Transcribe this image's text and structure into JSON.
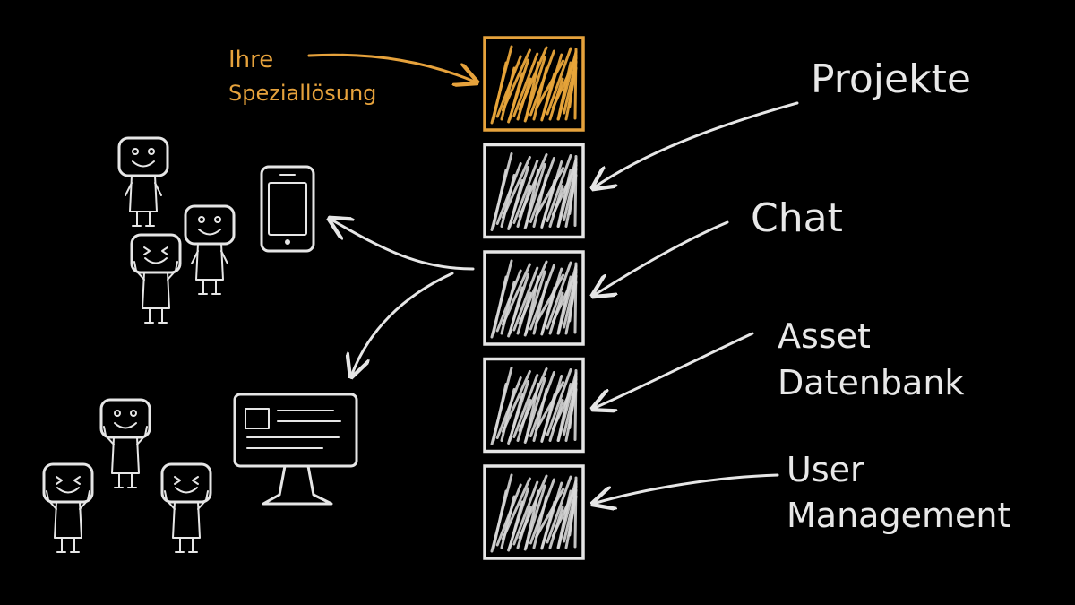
{
  "colors": {
    "background": "#000000",
    "chalk": "#e6e6e6",
    "accent": "#e6a23c"
  },
  "callout": {
    "line1": "Ihre",
    "line2": "Speziallösung"
  },
  "modules": [
    {
      "highlight": true
    },
    {
      "highlight": false
    },
    {
      "highlight": false
    },
    {
      "highlight": false
    },
    {
      "highlight": false
    }
  ],
  "labels": {
    "projekte": "Projekte",
    "chat": "Chat",
    "asset_line1": "Asset",
    "asset_line2": "Datenbank",
    "user_line1": "User",
    "user_line2": "Management"
  },
  "icons": {
    "phone": "smartphone-icon",
    "monitor": "desktop-monitor-icon",
    "person": "stick-figure-icon"
  }
}
